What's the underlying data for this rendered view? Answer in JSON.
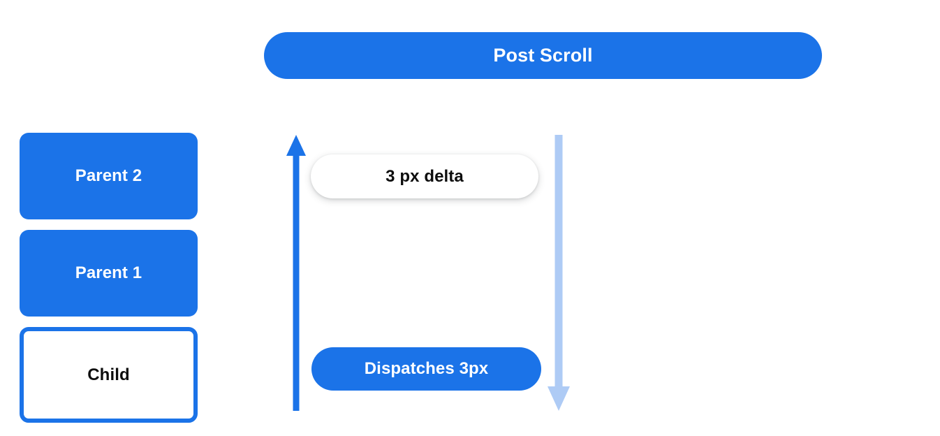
{
  "diagram": {
    "title": "Post Scroll",
    "colors": {
      "accent_blue": "#1b73e8",
      "light_blue": "#aecbf5",
      "surface_white": "#ffffff",
      "text_dark": "#0d0d0d"
    },
    "header": {
      "label": "Post Scroll"
    },
    "node_stack": {
      "items": [
        {
          "label": "Parent 2",
          "style": "filled"
        },
        {
          "label": "Parent 1",
          "style": "filled"
        },
        {
          "label": "Child",
          "style": "outlined"
        }
      ]
    },
    "flow": {
      "arrows": [
        {
          "name": "bubble-up-arrow",
          "direction": "up",
          "color": "#1b73e8"
        },
        {
          "name": "propagate-down-arrow",
          "direction": "down",
          "color": "#aecbf5"
        }
      ],
      "annotations": [
        {
          "label": "3 px delta",
          "style": "white-pill"
        },
        {
          "label": "Dispatches 3px",
          "style": "blue-pill"
        }
      ]
    }
  }
}
